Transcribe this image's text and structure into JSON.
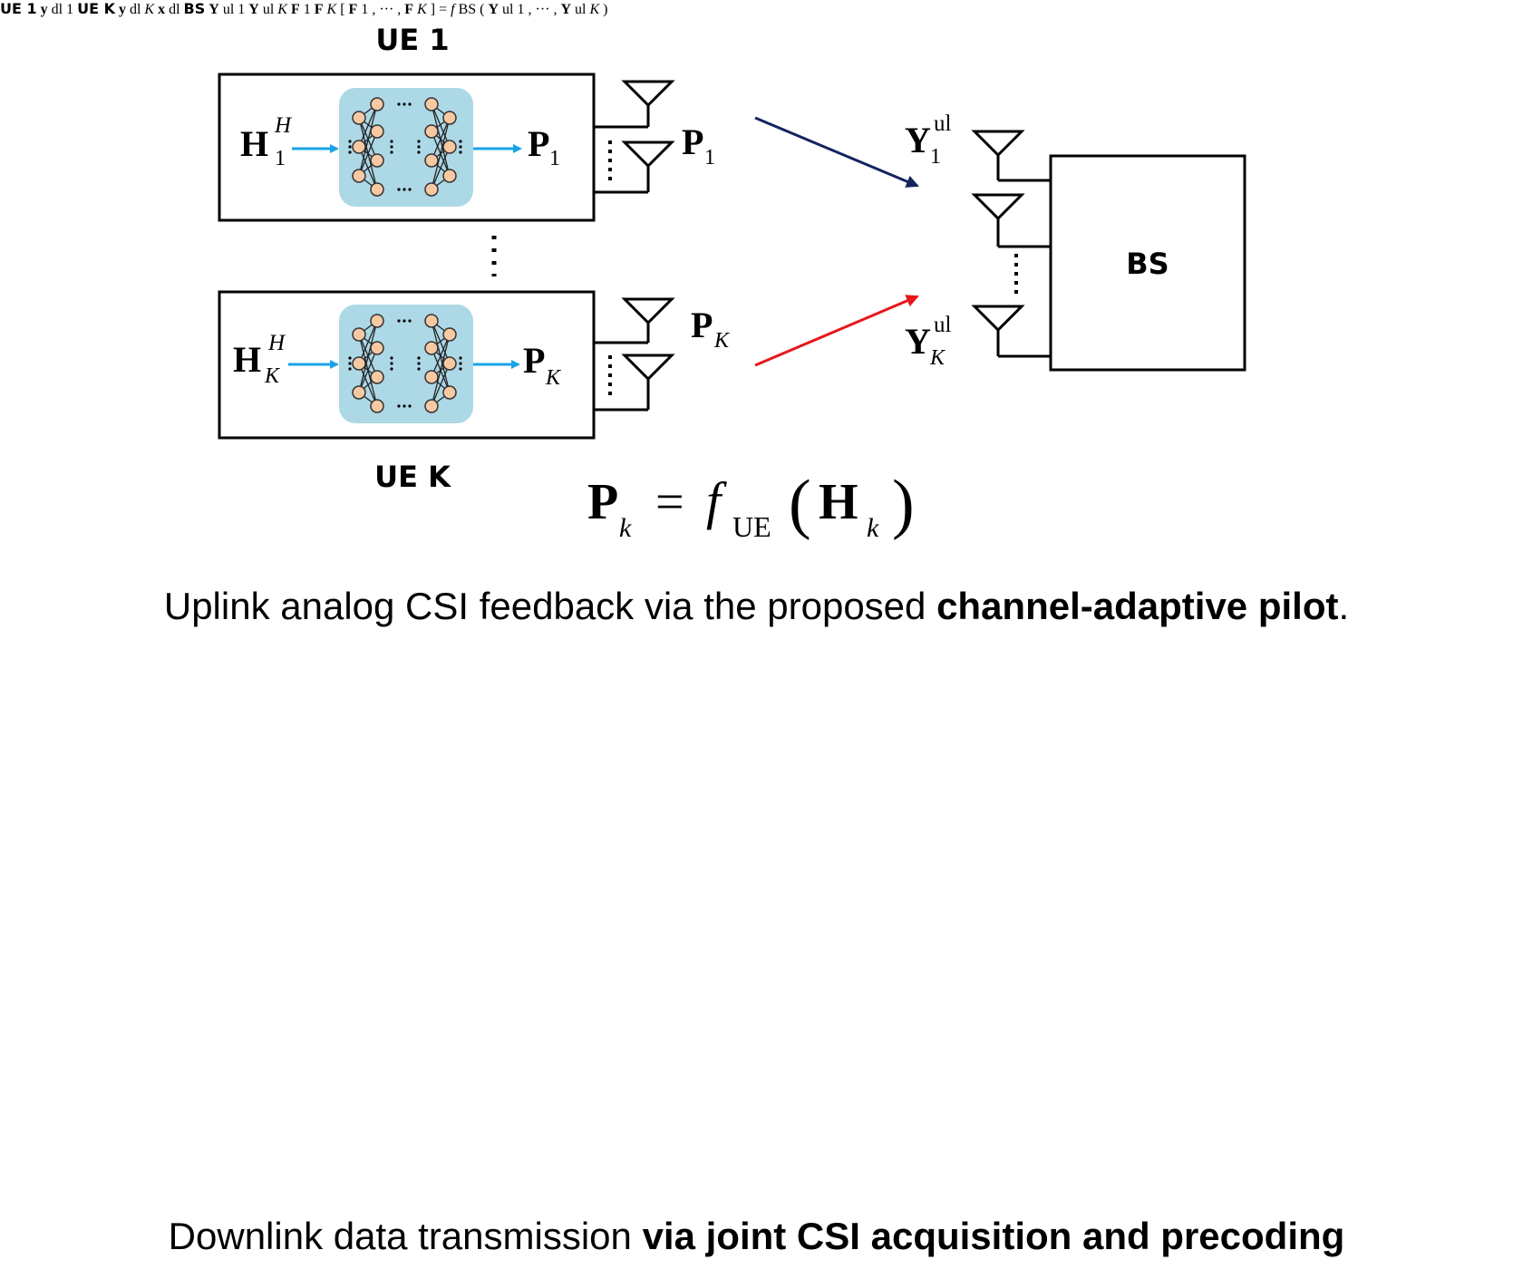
{
  "uplink": {
    "ue_top_label": "UE 1",
    "ue_bottom_label": "UE K",
    "bs_label": "BS",
    "caption_normal": "Uplink analog CSI feedback via the proposed ",
    "caption_bold": "channel-adaptive pilot",
    "caption_end": ".",
    "arrow_colors": {
      "top": "#14245e",
      "bottom": "#e8161b",
      "local": "#1aa3e6"
    },
    "nn_color": "#add8e6"
  },
  "downlink": {
    "ue_top_label": "UE 1",
    "ue_bottom_label": "UE K",
    "bs_label": "BS",
    "caption_normal": "Downlink data transmission ",
    "caption_bold": "via joint CSI acquisition and precoding",
    "arrow_color": "#1aaa4a",
    "nn_color": "#c9bfe0"
  },
  "symbols": {
    "H": "H",
    "P": "P",
    "Y": "Y",
    "y": "y",
    "x": "x",
    "F": "F",
    "f": "f",
    "sup_H": "H",
    "sub_1": "1",
    "sub_K": "K",
    "sub_k": "k",
    "ul": "ul",
    "dl": "dl",
    "UE": "UE",
    "BS": "BS",
    "eq": "=",
    "comma": ",",
    "cdots": "···"
  }
}
